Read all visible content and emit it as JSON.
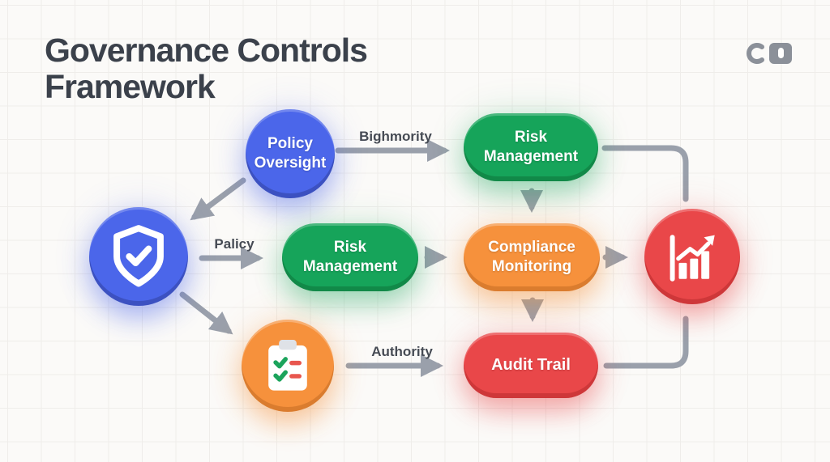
{
  "title": "Governance Controls Framework",
  "brand": {
    "mark": "brand-mark-icon"
  },
  "nodes": {
    "policy_oversight": {
      "label": "Policy Oversight",
      "shape": "circle",
      "color_key": "blue"
    },
    "shield": {
      "icon": "shield-check-icon",
      "shape": "circle",
      "color_key": "blue"
    },
    "risk_management_top": {
      "label": "Risk Management",
      "shape": "pill",
      "color_key": "green"
    },
    "risk_management_mid": {
      "label": "Risk Management",
      "shape": "pill",
      "color_key": "green"
    },
    "compliance_monitoring": {
      "label": "Compliance Monitoring",
      "shape": "pill",
      "color_key": "orange"
    },
    "audit_trail": {
      "label": "Audit Trail",
      "shape": "pill",
      "color_key": "red"
    },
    "analytics": {
      "icon": "bar-chart-trend-icon",
      "shape": "circle",
      "color_key": "red"
    },
    "checklist": {
      "icon": "clipboard-checklist-icon",
      "shape": "circle",
      "color_key": "orange"
    }
  },
  "edge_labels": {
    "oversight_to_risk": "Bighmority",
    "shield_to_risk": "Palicy",
    "checklist_to_audit": "Authority"
  },
  "colors": {
    "blue": "#4b66ea",
    "green": "#16a45a",
    "orange": "#f6913c",
    "red": "#e94749",
    "arrow": "#9aa0ab",
    "label": "#464b54",
    "title": "#3b414b",
    "logo": "#8b9099",
    "bg": "#fbfaf8",
    "grid": "#efedea"
  }
}
